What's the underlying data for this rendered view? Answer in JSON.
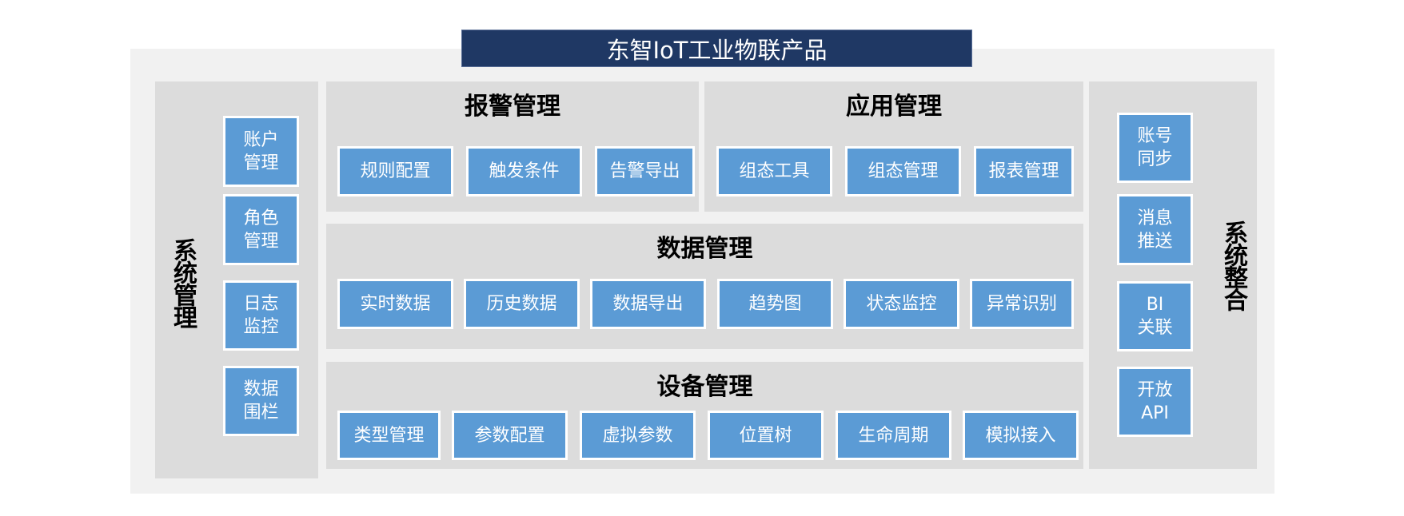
{
  "header": {
    "title": "东智IoT工业物联产品"
  },
  "colors": {
    "title_bg": "#1f3864",
    "outer_bg": "#f1f1f1",
    "panel_bg": "#dcdcdc",
    "button_bg": "#5b9bd5",
    "button_border": "#ffffff"
  },
  "left_panel": {
    "title": "系统管理",
    "items": [
      "账户\n管理",
      "角色\n管理",
      "日志\n监控",
      "数据\n围栏"
    ]
  },
  "right_panel": {
    "title": "系统整合",
    "items": [
      "账号\n同步",
      "消息\n推送",
      "BI\n关联",
      "开放\nAPI"
    ]
  },
  "alarm_panel": {
    "title": "报警管理",
    "items": [
      "规则配置",
      "触发条件",
      "告警导出"
    ]
  },
  "app_panel": {
    "title": "应用管理",
    "items": [
      "组态工具",
      "组态管理",
      "报表管理"
    ]
  },
  "data_panel": {
    "title": "数据管理",
    "items": [
      "实时数据",
      "历史数据",
      "数据导出",
      "趋势图",
      "状态监控",
      "异常识别"
    ]
  },
  "device_panel": {
    "title": "设备管理",
    "items": [
      "类型管理",
      "参数配置",
      "虚拟参数",
      "位置树",
      "生命周期",
      "模拟接入"
    ]
  }
}
